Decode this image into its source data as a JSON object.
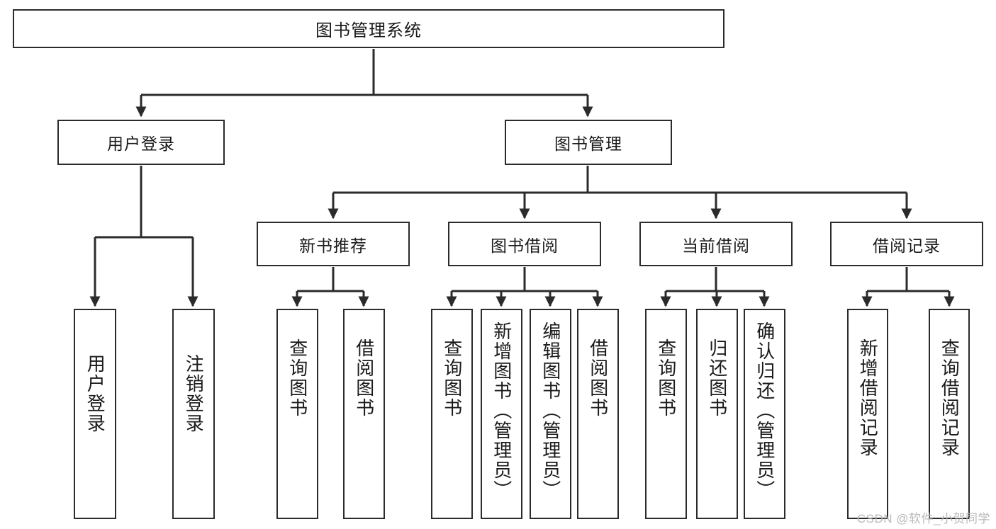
{
  "diagram": {
    "type": "tree-hierarchy",
    "orientation": "top-down",
    "root": {
      "label": "图书管理系统"
    },
    "level1": [
      {
        "label": "用户登录"
      },
      {
        "label": "图书管理"
      }
    ],
    "level2": [
      {
        "label": "新书推荐"
      },
      {
        "label": "图书借阅"
      },
      {
        "label": "当前借阅"
      },
      {
        "label": "借阅记录"
      }
    ],
    "leaves": {
      "user_login": [
        {
          "label": "用户登录"
        },
        {
          "label": "注销登录"
        }
      ],
      "new_book_recommend": [
        {
          "label": "查询图书"
        },
        {
          "label": "借阅图书"
        }
      ],
      "book_borrow": [
        {
          "label": "查询图书"
        },
        {
          "label": "新增图书（管理员）"
        },
        {
          "label": "编辑图书（管理员）"
        },
        {
          "label": "借阅图书"
        }
      ],
      "current_borrow": [
        {
          "label": "查询图书"
        },
        {
          "label": "归还图书"
        },
        {
          "label": "确认归还（管理员）"
        }
      ],
      "borrow_record": [
        {
          "label": "新增借阅记录"
        },
        {
          "label": "查询借阅记录"
        }
      ]
    }
  },
  "watermark": {
    "text": "CSDN @软件_小贺同学"
  },
  "colors": {
    "background": "#ffffff",
    "box_border": "#2b2b2b",
    "text": "#1a1a1a",
    "edge": "#2b2b2b",
    "watermark": "#b9b9b9"
  }
}
